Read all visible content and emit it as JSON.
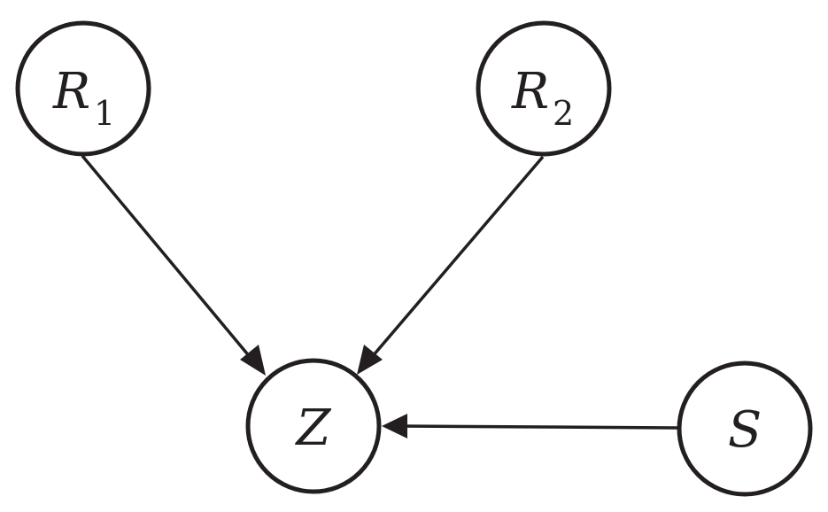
{
  "nodes": {
    "r1": {
      "label": "R",
      "subscript": "1"
    },
    "r2": {
      "label": "R",
      "subscript": "2"
    },
    "z": {
      "label": "Z",
      "subscript": ""
    },
    "s": {
      "label": "S",
      "subscript": ""
    }
  },
  "edges": [
    {
      "from": "R1",
      "to": "Z"
    },
    {
      "from": "R2",
      "to": "Z"
    },
    {
      "from": "S",
      "to": "Z"
    }
  ],
  "colors": {
    "stroke": "#231f20",
    "fill": "#ffffff",
    "shade": "#231f20"
  }
}
